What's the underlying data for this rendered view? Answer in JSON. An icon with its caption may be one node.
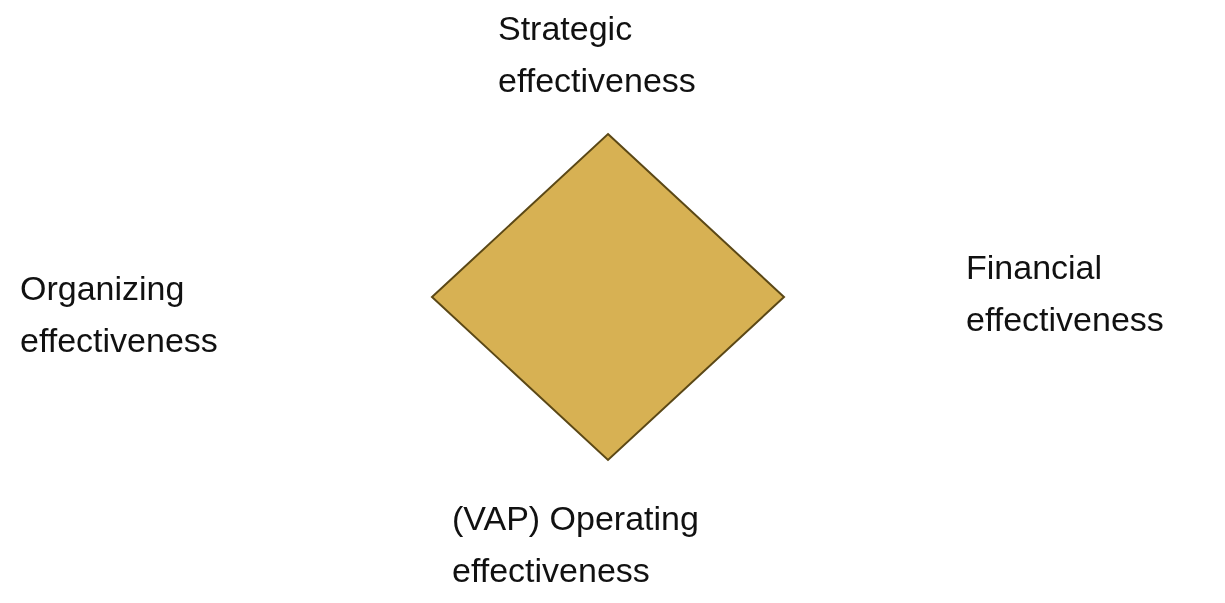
{
  "diagram": {
    "nodes": [
      {
        "text": [],
        "shape": "diamond"
      }
    ],
    "labels": [
      "Strategic effectiveness",
      "Organizing effectiveness",
      "Financial effectiveness",
      "(VAP) Operating effectiveness"
    ]
  }
}
